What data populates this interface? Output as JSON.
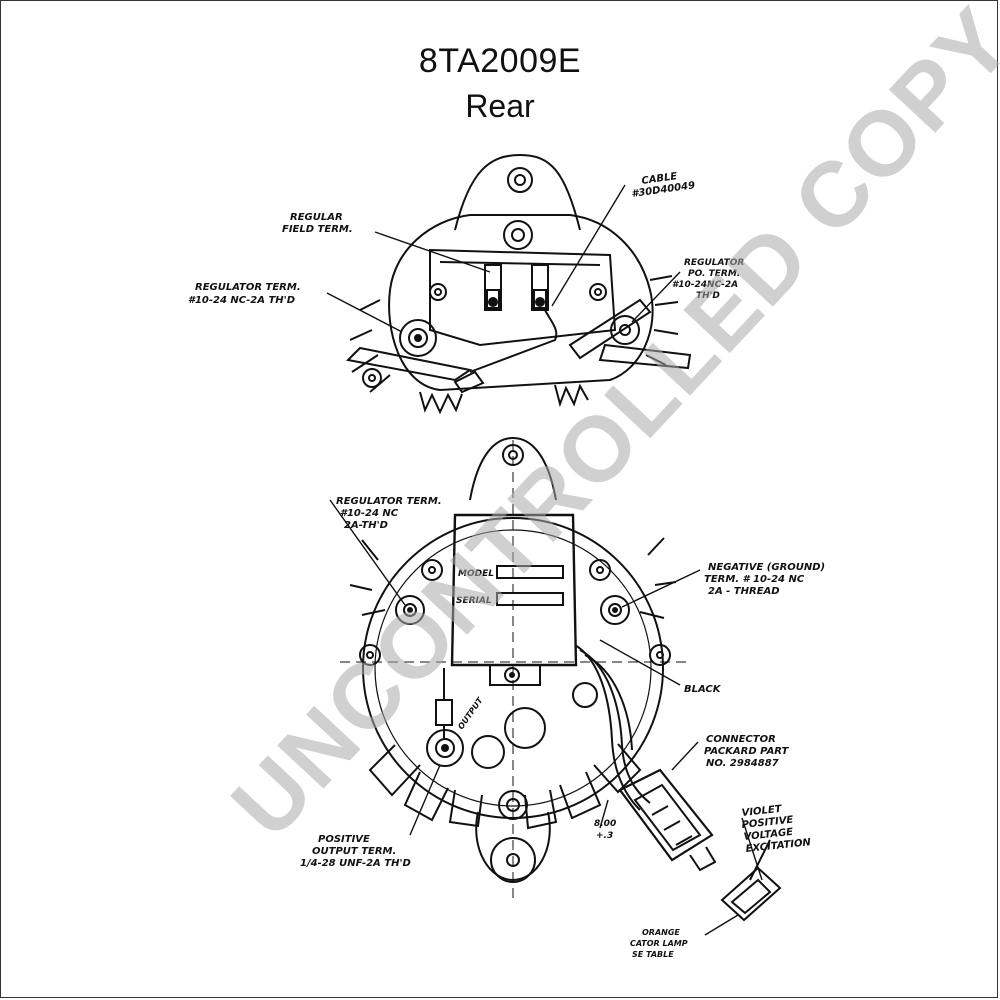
{
  "header": {
    "model": "8TA2009E",
    "view": "Rear"
  },
  "watermark": "UNCONTROLLED COPY",
  "top_view": {
    "label_regular_field": [
      "REGULAR",
      "FIELD TERM."
    ],
    "label_cable": [
      "CABLE",
      "#30D40049"
    ],
    "label_regulator_term": [
      "REGULATOR TERM.",
      "#10-24 NC-2A TH'D"
    ],
    "label_regulator_pos": [
      "REGULATOR",
      "PO. TERM.",
      "#10-24NC-2A",
      "TH'D"
    ]
  },
  "bottom_view": {
    "label_regulator_term": [
      "REGULATOR TERM.",
      "#10-24 NC",
      "2A-TH'D"
    ],
    "label_negative": [
      "NEGATIVE (GROUND)",
      "TERM. # 10-24 NC",
      "2A - THREAD"
    ],
    "label_model": "MODEL",
    "label_serial": "SERIAL",
    "label_output": "OUTPUT",
    "label_black": "BLACK",
    "label_connector": [
      "CONNECTOR",
      "PACKARD PART",
      "NO. 2984887"
    ],
    "label_positive": [
      "POSITIVE",
      "OUTPUT TERM.",
      "1/4-28 UNF-2A TH'D"
    ],
    "label_violet": [
      "VIOLET",
      "POSITIVE",
      "VOLTAGE",
      "EXCITATION"
    ],
    "label_orange": [
      "ORANGE",
      "CATOR LAMP",
      "SE TABLE"
    ],
    "label_dim": [
      "8.00",
      "+.3"
    ]
  }
}
